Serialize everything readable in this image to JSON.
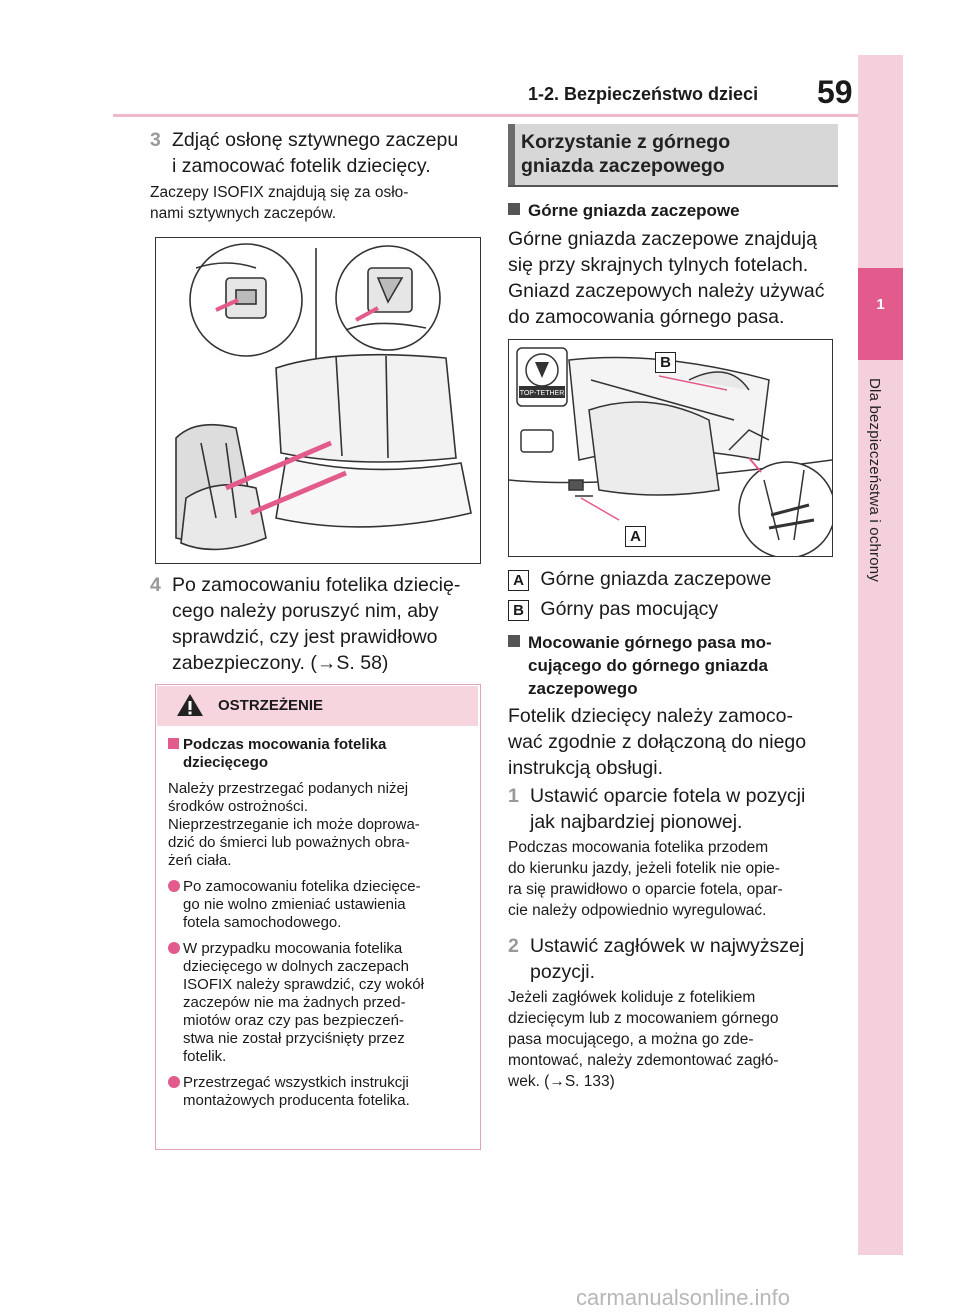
{
  "header": {
    "section": "1-2. Bezpieczeństwo dzieci",
    "page_number": "59"
  },
  "side_tab": {
    "number": "1",
    "label": "Dla bezpieczeństwa i ochrony"
  },
  "left": {
    "step3": {
      "num": "3",
      "lines": [
        "Zdjąć osłonę sztywnego zaczepu",
        "i zamocować fotelik dziecięcy."
      ]
    },
    "note3": [
      "Zaczepy ISOFIX znajdują się za osło-",
      "nami sztywnych zaczepów."
    ],
    "step4": {
      "num": "4",
      "lines": [
        "Po zamocowaniu fotelika dziecię-",
        "cego należy poruszyć nim, aby",
        "sprawdzić, czy jest prawidłowo",
        "zabezpieczony. (→S. 58)"
      ]
    },
    "warning": {
      "title": "OSTRZEŻENIE",
      "subhead": [
        "Podczas mocowania fotelika",
        "dziecięcego"
      ],
      "intro": [
        "Należy przestrzegać podanych niżej",
        "środków ostrożności.",
        "Nieprzestrzeganie ich może doprowa-",
        "dzić do śmierci lub poważnych obra-",
        "żeń ciała."
      ],
      "bullets": [
        [
          "Po zamocowaniu fotelika dziecięce-",
          "go nie wolno zmieniać ustawienia",
          "fotela samochodowego."
        ],
        [
          "W przypadku mocowania fotelika",
          "dziecięcego w dolnych zaczepach",
          "ISOFIX należy sprawdzić, czy wokół",
          "zaczepów nie ma żadnych przed-",
          "miotów oraz czy pas bezpieczeń-",
          "stwa nie został przyciśnięty przez",
          "fotelik."
        ],
        [
          "Przestrzegać wszystkich instrukcji",
          "montażowych producenta fotelika."
        ]
      ]
    }
  },
  "right": {
    "section_title": [
      "Korzystanie z górnego",
      "gniazda zaczepowego"
    ],
    "sub1": "Górne gniazda zaczepowe",
    "para1": [
      "Górne gniazda zaczepowe znajdują",
      "się przy skrajnych tylnych fotelach."
    ],
    "para2": [
      "Gniazd zaczepowych należy używać",
      "do zamocowania górnego pasa."
    ],
    "figure": {
      "label_a": "A",
      "label_b": "B",
      "icon_text": "TOP-TETHER"
    },
    "legend": [
      {
        "key": "A",
        "text": "Górne gniazda zaczepowe"
      },
      {
        "key": "B",
        "text": "Górny pas mocujący"
      }
    ],
    "sub2": [
      "Mocowanie górnego pasa mo-",
      "cującego do górnego gniazda",
      "zaczepowego"
    ],
    "para3": [
      "Fotelik dziecięcy należy zamoco-",
      "wać zgodnie z dołączoną do niego",
      "instrukcją obsługi."
    ],
    "step1": {
      "num": "1",
      "lines": [
        "Ustawić oparcie fotela w pozycji",
        "jak najbardziej pionowej."
      ]
    },
    "note1": [
      "Podczas mocowania fotelika przodem",
      "do kierunku jazdy, jeżeli fotelik nie opie-",
      "ra się prawidłowo o oparcie fotela, opar-",
      "cie należy odpowiednio wyregulować."
    ],
    "step2": {
      "num": "2",
      "lines": [
        "Ustawić zagłówek w najwyższej",
        "pozycji."
      ]
    },
    "note2": [
      "Jeżeli zagłówek koliduje z fotelikiem",
      "dziecięcym lub z mocowaniem górnego",
      "pasa mocującego, a można go zde-",
      "montować, należy zdemontować zagłó-",
      "wek. (→S. 133)"
    ]
  },
  "watermark": "carmanualsonline.info"
}
